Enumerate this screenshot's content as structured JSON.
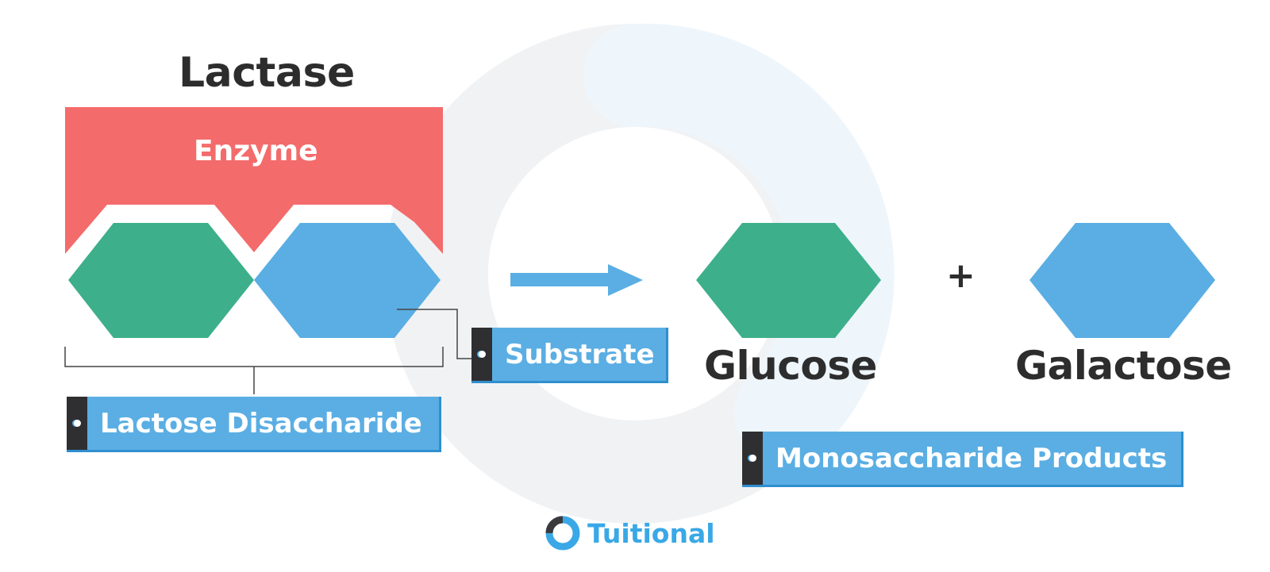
{
  "diagram": {
    "title": "Lactase",
    "enzyme_label": "Enzyme",
    "labels": {
      "substrate": "Substrate",
      "lactose": "Lactose Disaccharide",
      "glucose": "Glucose",
      "galactose": "Galactose",
      "products": "Monosaccharide Products",
      "plus": "+"
    },
    "brand": {
      "name": "Tuitional",
      "logo_icon": "ring-logo-icon"
    },
    "colors": {
      "enzyme": "#f46b6b",
      "glucose": "#3daf8b",
      "galactose": "#5aaee3",
      "tag": "#5aaee3",
      "tag_cap": "#2f2f32",
      "text": "#2d2d2d",
      "arrow": "#5aaee3",
      "bg_ring": "#f1f2f4",
      "bg_ring_blue": "#eef6fc"
    }
  }
}
